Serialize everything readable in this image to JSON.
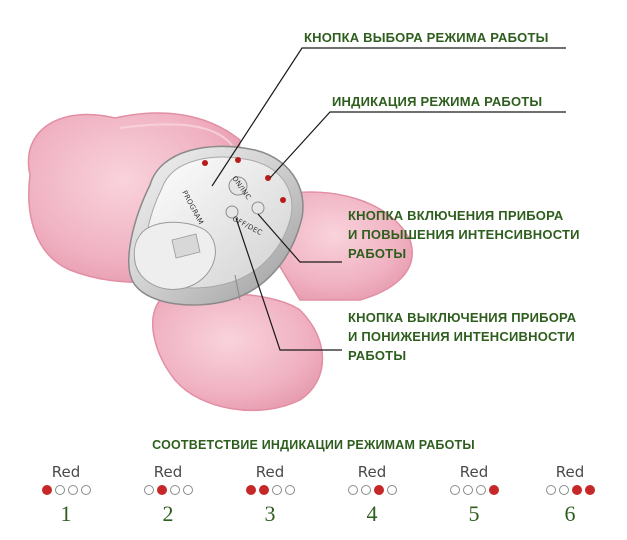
{
  "callouts": {
    "mode_button": "КНОПКА ВЫБОРА РЕЖИМА РАБОТЫ",
    "mode_indicator": "ИНДИКАЦИЯ РЕЖИМА РАБОТЫ",
    "power_on": [
      "КНОПКА ВКЛЮЧЕНИЯ ПРИБОРА",
      "И ПОВЫШЕНИЯ ИНТЕНСИВНОСТИ",
      "РАБОТЫ"
    ],
    "power_off": [
      "КНОПКА ВЫКЛЮЧЕНИЯ ПРИБОРА",
      "И ПОНИЖЕНИЯ ИНТЕНСИВНОСТИ",
      "РАБОТЫ"
    ]
  },
  "device": {
    "program_label": "PROGRAM",
    "on_inc_label": "ON/INC",
    "off_dec_label": "OFF/DEC"
  },
  "legend": {
    "title": "СООТВЕТСТВИЕ ИНДИКАЦИИ РЕЖИМАМ РАБОТЫ",
    "modes": [
      {
        "label": "Red",
        "number": "1",
        "leds": [
          true,
          false,
          false,
          false
        ]
      },
      {
        "label": "Red",
        "number": "2",
        "leds": [
          false,
          true,
          false,
          false
        ]
      },
      {
        "label": "Red",
        "number": "3",
        "leds": [
          true,
          true,
          false,
          false
        ]
      },
      {
        "label": "Red",
        "number": "4",
        "leds": [
          false,
          false,
          true,
          false
        ]
      },
      {
        "label": "Red",
        "number": "5",
        "leds": [
          false,
          false,
          false,
          true
        ]
      },
      {
        "label": "Red",
        "number": "6",
        "leds": [
          false,
          false,
          true,
          true
        ]
      }
    ]
  },
  "colors": {
    "text_green": "#2e5e1e",
    "led_red": "#c62828",
    "pad_pink": "#f2b9c8",
    "device_silver": "#c9c9c9"
  }
}
